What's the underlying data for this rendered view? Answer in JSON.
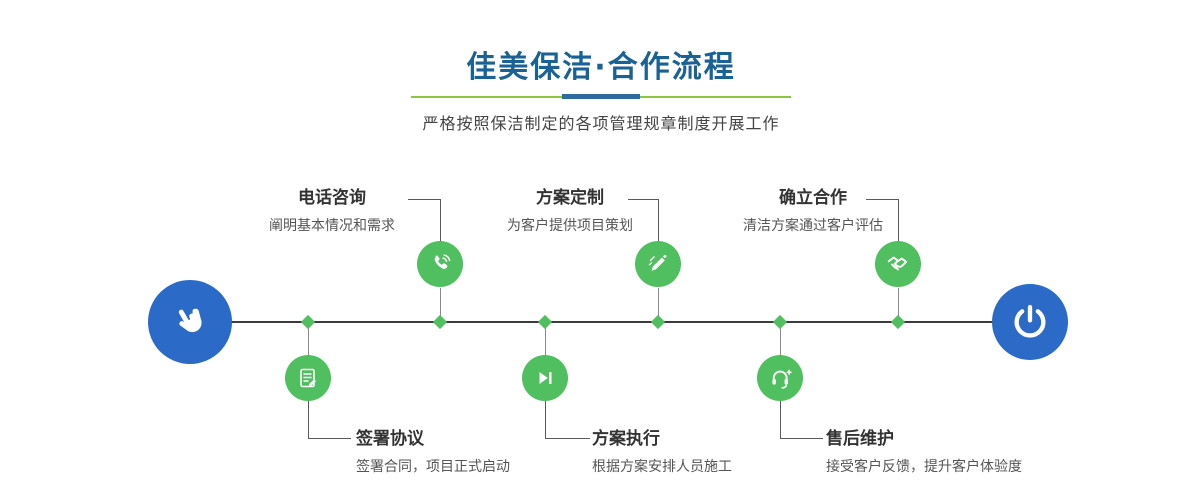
{
  "header": {
    "title": "佳美保洁·合作流程",
    "subtitle": "严格按照保洁制定的各项管理规章制度开展工作"
  },
  "colors": {
    "title_blue": "#1a6293",
    "node_blue": "#2b6ac6",
    "step_green": "#4fbf5f",
    "divider_green": "#8cc63f",
    "divider_blue": "#2c6aa0"
  },
  "icons": {
    "start": "pointing-hand-icon",
    "end": "power-icon",
    "step_icons": [
      "phone-icon",
      "pen-icon",
      "handshake-icon",
      "contract-icon",
      "play-icon",
      "headset-icon"
    ]
  },
  "steps": [
    {
      "title": "电话咨询",
      "desc": "阐明基本情况和需求",
      "icon": "phone-icon",
      "position": "top"
    },
    {
      "title": "方案定制",
      "desc": "为客户提供项目策划",
      "icon": "pen-icon",
      "position": "top"
    },
    {
      "title": "确立合作",
      "desc": "清洁方案通过客户评估",
      "icon": "handshake-icon",
      "position": "top"
    },
    {
      "title": "签署协议",
      "desc": "签署合同，项目正式启动",
      "icon": "contract-icon",
      "position": "bottom"
    },
    {
      "title": "方案执行",
      "desc": "根据方案安排人员施工",
      "icon": "play-icon",
      "position": "bottom"
    },
    {
      "title": "售后维护",
      "desc": "接受客户反馈，提升客户体验度",
      "icon": "headset-icon",
      "position": "bottom"
    }
  ]
}
